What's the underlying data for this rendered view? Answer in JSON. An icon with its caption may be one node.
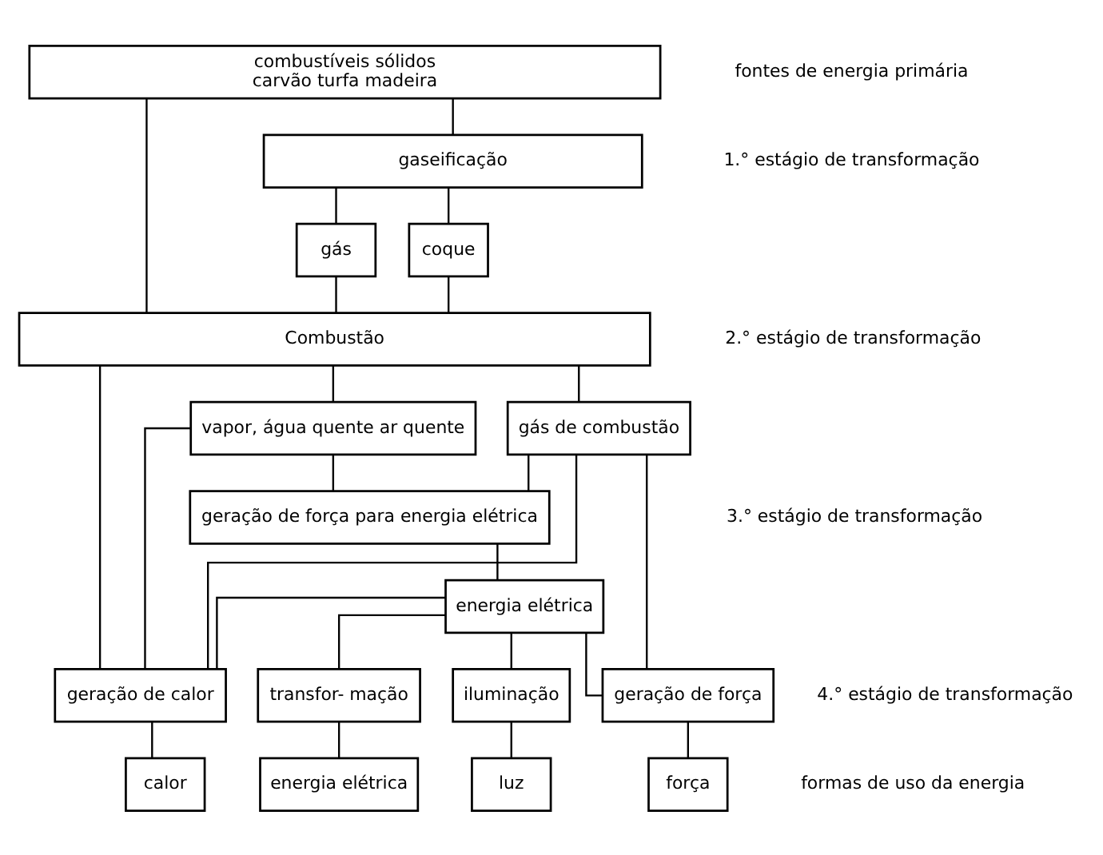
{
  "diagram": {
    "nodes": [
      {
        "text": [
          "combustíveis sólidos",
          "carvão turfa madeira"
        ]
      },
      {
        "text": [
          "gaseificação"
        ]
      },
      {
        "text": [
          "coque"
        ]
      },
      {
        "text": [
          "gás"
        ]
      },
      {
        "text": [
          "Combustão"
        ]
      },
      {
        "text": [
          "gás de combustão"
        ]
      },
      {
        "text": [
          "vapor, água quente ar quente"
        ]
      },
      {
        "text": [
          "geração de força para energia elétrica"
        ]
      },
      {
        "text": [
          "energia elétrica"
        ]
      },
      {
        "text": [
          "geração de força"
        ]
      },
      {
        "text": [
          "transfor- mação"
        ]
      },
      {
        "text": [
          "iluminação"
        ]
      },
      {
        "text": [
          "geração de calor"
        ]
      },
      {
        "text": [
          "força"
        ]
      },
      {
        "text": [
          "energia elétrica"
        ]
      },
      {
        "text": [
          "luz"
        ]
      },
      {
        "text": [
          "calor"
        ]
      }
    ],
    "edges": [
      {
        "from": 0,
        "to": 4,
        "arrow": "none"
      },
      {
        "from": 0,
        "to": 1,
        "arrow": "none"
      },
      {
        "from": 1,
        "to": 2,
        "arrow": "none"
      },
      {
        "from": 1,
        "to": 3,
        "arrow": "none"
      },
      {
        "from": 2,
        "to": 4,
        "arrow": "none"
      },
      {
        "from": 3,
        "to": 4,
        "arrow": "none"
      },
      {
        "from": 4,
        "to": 5,
        "arrow": "none"
      },
      {
        "from": 4,
        "to": 6,
        "arrow": "none"
      },
      {
        "from": 4,
        "to": 12,
        "arrow": "none"
      },
      {
        "from": 5,
        "to": 9,
        "arrow": "none"
      },
      {
        "from": 5,
        "to": 7,
        "arrow": "none"
      },
      {
        "from": 5,
        "to": 12,
        "arrow": "none"
      },
      {
        "from": 6,
        "to": 7,
        "arrow": "none"
      },
      {
        "from": 6,
        "to": 12,
        "arrow": "none"
      },
      {
        "from": 7,
        "to": 8,
        "arrow": "none"
      },
      {
        "from": 8,
        "to": 9,
        "arrow": "none"
      },
      {
        "from": 8,
        "to": 10,
        "arrow": "none"
      },
      {
        "from": 8,
        "to": 11,
        "arrow": "none"
      },
      {
        "from": 8,
        "to": 12,
        "arrow": "none"
      },
      {
        "from": 9,
        "to": 13,
        "arrow": "none"
      },
      {
        "from": 10,
        "to": 14,
        "arrow": "none"
      },
      {
        "from": 11,
        "to": 15,
        "arrow": "none"
      },
      {
        "from": 12,
        "to": 16,
        "arrow": "none"
      }
    ],
    "labels": [
      "fontes de energia primária",
      "1.° estágio de transformação",
      "2.° estágio de transformação",
      "3.° estágio de transformação",
      "4.° estágio de transformação",
      "formas de uso da energia"
    ]
  }
}
